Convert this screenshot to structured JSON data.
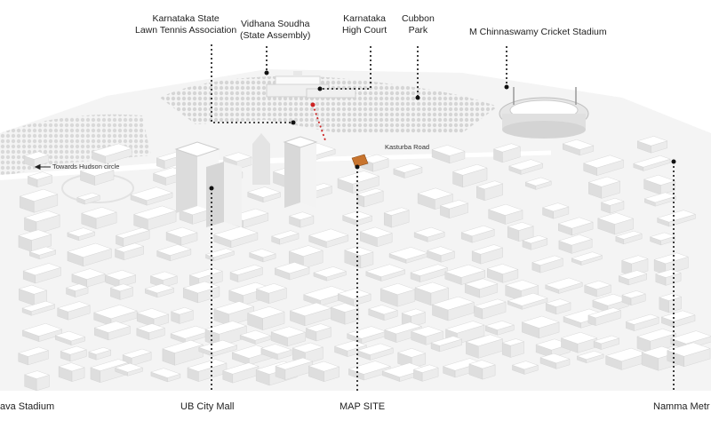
{
  "top_labels": [
    {
      "id": "ksta",
      "lines": [
        "Karnataka State",
        "Lawn Tennis Association"
      ]
    },
    {
      "id": "vidhana",
      "lines": [
        "Vidhana  Soudha",
        "(State Assembly)"
      ]
    },
    {
      "id": "highcourt",
      "lines": [
        "Karnataka",
        "High Court"
      ]
    },
    {
      "id": "cubbon",
      "lines": [
        "Cubbon",
        "Park"
      ]
    },
    {
      "id": "chinnaswamy",
      "lines": [
        "M Chinnaswamy Cricket Stadium"
      ]
    }
  ],
  "bottom_labels": {
    "kanteerava": "ava Stadium",
    "ubcity": "UB City Mall",
    "mapsite": "MAP SITE",
    "metro": "Namma Metr"
  },
  "road_labels": {
    "hudson": "Towards Hudson circle",
    "kasturba": "Kasturba Road"
  },
  "colors": {
    "leader": "#111111",
    "highlight_leader": "#cc2222",
    "site": "#c8742e",
    "building_top": "#ffffff",
    "building_side": "#d9d9d9",
    "ground": "#f3f3f3",
    "trees": "#cfcfcf"
  },
  "icons": {
    "arrow": "left-arrow-icon"
  }
}
